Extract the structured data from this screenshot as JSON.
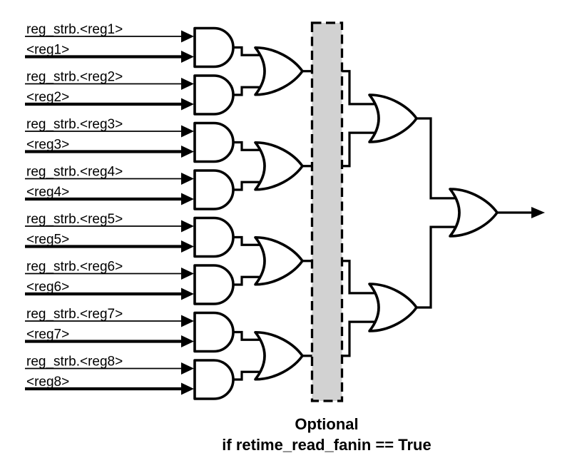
{
  "diagram": {
    "description": "Register read-data fan-in logic: per-register AND of strobe and data, OR-reduction tree, optional retiming stage boundary, single output.",
    "inputs": [
      {
        "strobe": "reg_strb.<reg1>",
        "signal": "<reg1>"
      },
      {
        "strobe": "reg_strb.<reg2>",
        "signal": "<reg2>"
      },
      {
        "strobe": "reg_strb.<reg3>",
        "signal": "<reg3>"
      },
      {
        "strobe": "reg_strb.<reg4>",
        "signal": "<reg4>"
      },
      {
        "strobe": "reg_strb.<reg5>",
        "signal": "<reg5>"
      },
      {
        "strobe": "reg_strb.<reg6>",
        "signal": "<reg6>"
      },
      {
        "strobe": "reg_strb.<reg7>",
        "signal": "<reg7>"
      },
      {
        "strobe": "reg_strb.<reg8>",
        "signal": "<reg8>"
      }
    ],
    "caption": {
      "line1": "Optional",
      "line2": "if retime_read_fanin == True"
    },
    "colors": {
      "line": "#000000",
      "gate_fill": "#ffffff",
      "optional_region_fill": "#d2d2d2"
    }
  }
}
